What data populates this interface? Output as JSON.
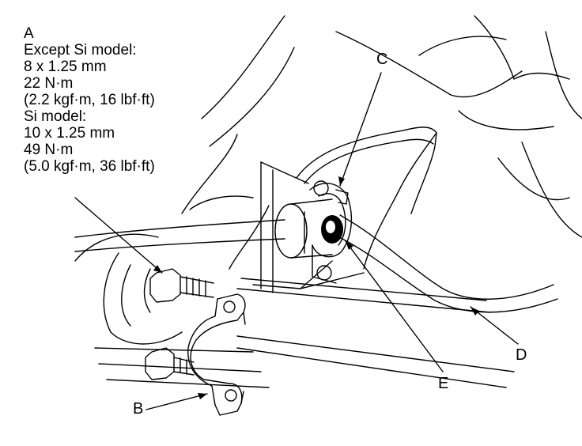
{
  "spec": {
    "label": "A",
    "lines": [
      "Except Si model:",
      "8 x 1.25 mm",
      "22 N·m",
      "(2.2 kgf·m, 16 lbf·ft)",
      "Si model:",
      "10 x 1.25 mm",
      "49 N·m",
      "(5.0 kgf·m, 36 lbf·ft)"
    ]
  },
  "callouts": {
    "b": "B",
    "c": "C",
    "d": "D",
    "e": "E"
  }
}
